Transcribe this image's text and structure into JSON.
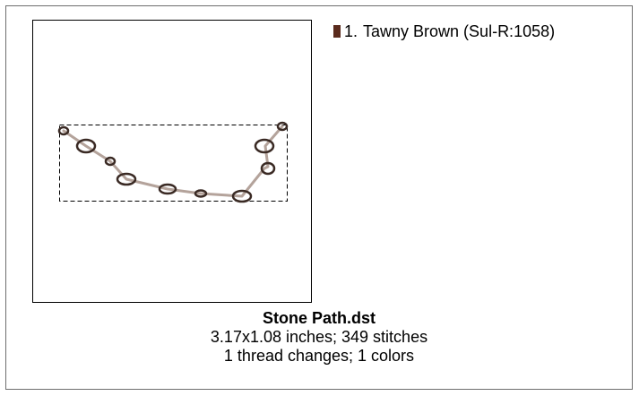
{
  "threads": [
    {
      "index": "1.",
      "name": "Tawny Brown (Sul-R:1058)",
      "color": "#5a2a1c"
    }
  ],
  "design": {
    "filename": "Stone Path.dst",
    "dimensions_line": "3.17x1.08 inches; 349 stitches",
    "changes_line": "1 thread changes; 1 colors"
  },
  "colors": {
    "stitch_outline": "#3a2a24",
    "stitch_fill": "#b59a8f",
    "path_line": "#b4a39b",
    "bounding_box": "#000000"
  }
}
